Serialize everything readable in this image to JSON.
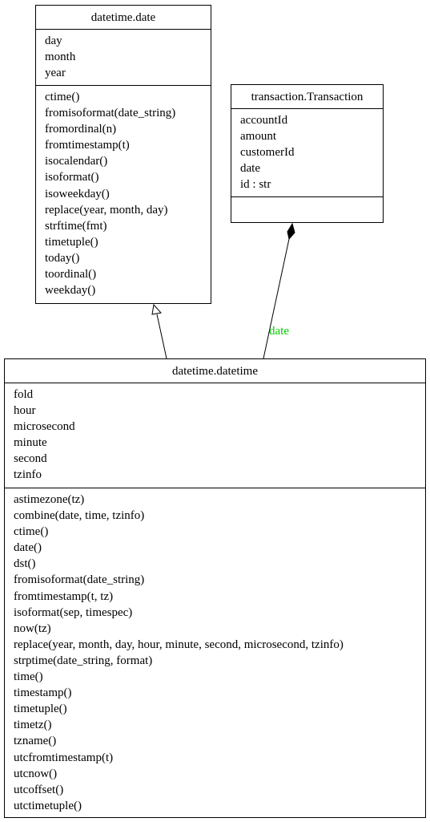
{
  "classes": {
    "date": {
      "name": "datetime.date",
      "attributes": [
        "day",
        "month",
        "year"
      ],
      "methods": [
        "ctime()",
        "fromisoformat(date_string)",
        "fromordinal(n)",
        "fromtimestamp(t)",
        "isocalendar()",
        "isoformat()",
        "isoweekday()",
        "replace(year, month, day)",
        "strftime(fmt)",
        "timetuple()",
        "today()",
        "toordinal()",
        "weekday()"
      ]
    },
    "transaction": {
      "name": "transaction.Transaction",
      "attributes": [
        "accountId",
        "amount",
        "customerId",
        "date",
        "id : str"
      ],
      "methods": []
    },
    "datetime": {
      "name": "datetime.datetime",
      "attributes": [
        "fold",
        "hour",
        "microsecond",
        "minute",
        "second",
        "tzinfo"
      ],
      "methods": [
        "astimezone(tz)",
        "combine(date, time, tzinfo)",
        "ctime()",
        "date()",
        "dst()",
        "fromisoformat(date_string)",
        "fromtimestamp(t, tz)",
        "isoformat(sep, timespec)",
        "now(tz)",
        "replace(year, month, day, hour, minute, second, microsecond, tzinfo)",
        "strptime(date_string, format)",
        "time()",
        "timestamp()",
        "timetuple()",
        "timetz()",
        "tzname()",
        "utcfromtimestamp(t)",
        "utcnow()",
        "utcoffset()",
        "utctimetuple()"
      ]
    }
  },
  "relations": {
    "inheritance": {
      "from": "datetime.datetime",
      "to": "datetime.date"
    },
    "composition": {
      "from": "datetime.datetime",
      "to": "transaction.Transaction",
      "label": "date",
      "label_color": "#00cc00"
    }
  }
}
